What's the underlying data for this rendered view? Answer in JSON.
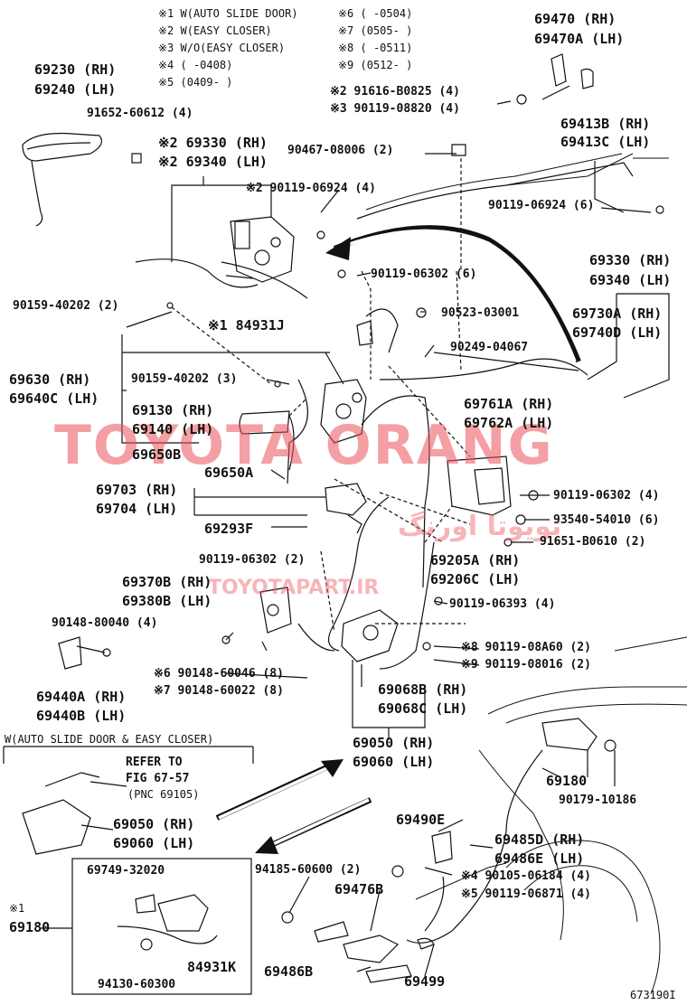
{
  "notes": [
    "※1 W(AUTO SLIDE DOOR)",
    "※2 W(EASY CLOSER)",
    "※3 W/O(EASY CLOSER)",
    "※4 (      -0408)",
    "※5 (0409-      )",
    "※6 (      -0504)",
    "※7 (0505-      )",
    "※8 (      -0511)",
    "※9 (0512-      )"
  ],
  "labels": {
    "p69470": "69470 (RH)",
    "p69470a": "69470A (LH)",
    "p91616": "※2 91616-B0825 (4)",
    "p90119_08820": "※3 90119-08820 (4)",
    "p69413b": "69413B (RH)",
    "p69413c": "69413C (LH)",
    "p69230": "69230 (RH)",
    "p69240": "69240 (LH)",
    "p91652": "91652-60612 (4)",
    "p69330a": "※2 69330 (RH)",
    "p69340a": "※2 69340 (LH)",
    "p90467": "90467-08006 (2)",
    "p90119_06924a": "※2 90119-06924 (4)",
    "p90119_06924b": "90119-06924 (6)",
    "p69330b": "69330 (RH)",
    "p69340b": "69340 (LH)",
    "p90119_06302a": "90119-06302 (6)",
    "p90159_40202a": "90159-40202 (2)",
    "p84931j": "※1 84931J",
    "p90523": "90523-03001",
    "p69730a": "69730A (RH)",
    "p69740d": "69740D (LH)",
    "p90249": "90249-04067",
    "p69630": "69630 (RH)",
    "p69640c": "69640C (LH)",
    "p90159_40202b": "90159-40202 (3)",
    "p69761a": "69761A (RH)",
    "p69762a": "69762A (LH)",
    "p69130": "69130 (RH)",
    "p69140": "69140 (LH)",
    "p69650b": "69650B",
    "p69650a": "69650A",
    "p69703": "69703 (RH)",
    "p69704": "69704 (LH)",
    "p90119_06302b": "90119-06302 (4)",
    "p93540": "93540-54010 (6)",
    "p69293f": "69293F",
    "p91651": "91651-B0610 (2)",
    "p90119_06302c": "90119-06302 (2)",
    "p69205a": "69205A (RH)",
    "p69206c": "69206C (LH)",
    "p69370b": "69370B (RH)",
    "p69380b": "69380B (LH)",
    "p90119_06393": "90119-06393 (4)",
    "p90148_80040": "90148-80040 (4)",
    "p90119_08a60": "※8 90119-08A60 (2)",
    "p90119_08016": "※9 90119-08016 (2)",
    "p90148_60046": "※6 90148-60046 (8)",
    "p90148_60022": "※7 90148-60022 (8)",
    "p69440a": "69440A (RH)",
    "p69440b": "69440B (LH)",
    "p69068b": "69068B (RH)",
    "p69068c": "69068C (LH)",
    "p69050a": "69050 (RH)",
    "p69060a": "69060 (LH)",
    "w_auto": "W(AUTO SLIDE DOOR & EASY CLOSER)",
    "refer1": "REFER TO",
    "refer2": "FIG 67-57",
    "refer3": "(PNC 69105)",
    "p69180a": "69180",
    "p90179": "90179-10186",
    "p69050b": "69050 (RH)",
    "p69060b": "69060 (LH)",
    "p69490e": "69490E",
    "p69485d": "69485D (RH)",
    "p69486e": "69486E (LH)",
    "p94185": "94185-60600 (2)",
    "p90105": "※4 90105-06184 (4)",
    "p90119_06871": "※5 90119-06871 (4)",
    "p69749": "69749-32020",
    "p69476b": "69476B",
    "p69180b_mark": "※1",
    "p69180b": "69180",
    "p84931k": "84931K",
    "p94130": "94130-60300",
    "p69486b": "69486B",
    "p69499": "69499",
    "fig_code": "673190I"
  },
  "watermark": {
    "main": "TOYOTA ORANG",
    "farsi": "تویوتا اورنگ",
    "url": "TOYOTAPART.IR"
  },
  "colors": {
    "ink": "#111111",
    "watermark": "#eb505a"
  }
}
